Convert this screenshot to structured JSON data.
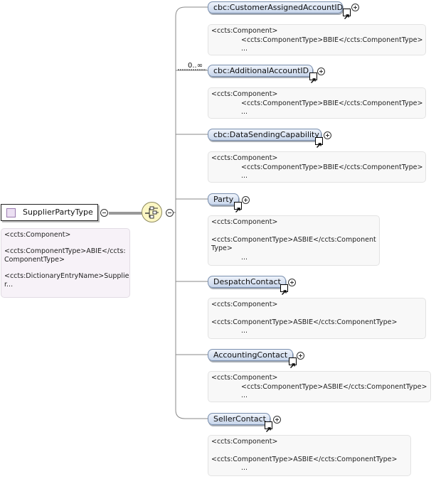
{
  "root": {
    "name": "SupplierPartyType",
    "doc": {
      "line1": "<ccts:Component>",
      "line2": "<ccts:ComponentType>ABIE</ccts:",
      "line3": "ComponentType>",
      "line4": "<ccts:DictionaryEntryName>Supplie",
      "line5": "r..."
    }
  },
  "children": [
    {
      "name": "cbc:CustomerAssignedAccountID",
      "doc": {
        "open": "<ccts:Component>",
        "type": "<ccts:ComponentType>BBIE</ccts:ComponentType>",
        "more": "..."
      }
    },
    {
      "name": "cbc:AdditionalAccountID",
      "multiplicity": "0..∞",
      "doc": {
        "open": "<ccts:Component>",
        "type": "<ccts:ComponentType>BBIE</ccts:ComponentType>",
        "more": "..."
      }
    },
    {
      "name": "cbc:DataSendingCapability",
      "doc": {
        "open": "<ccts:Component>",
        "type": "<ccts:ComponentType>BBIE</ccts:ComponentType>",
        "more": "..."
      }
    },
    {
      "name": "Party",
      "doc": {
        "open": "<ccts:Component>",
        "type1": "<ccts:ComponentType>ASBIE</ccts:Component",
        "type2": "Type>",
        "more": "..."
      }
    },
    {
      "name": "DespatchContact",
      "doc": {
        "open": "<ccts:Component>",
        "type": "<ccts:ComponentType>ASBIE</ccts:ComponentType>",
        "more": "..."
      }
    },
    {
      "name": "AccountingContact",
      "doc": {
        "open": "<ccts:Component>",
        "type": "<ccts:ComponentType>ASBIE</ccts:ComponentType>",
        "more": "..."
      }
    },
    {
      "name": "SellerContact",
      "doc": {
        "open": "<ccts:Component>",
        "type": "<ccts:ComponentType>ASBIE</ccts:ComponentType>",
        "more": "..."
      }
    }
  ]
}
